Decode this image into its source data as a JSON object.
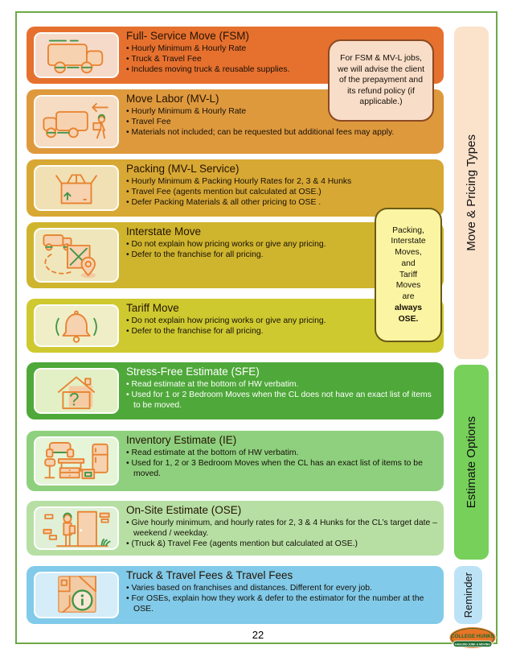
{
  "page": {
    "number": "22"
  },
  "sections": [
    {
      "label": "Move & Pricing Types"
    },
    {
      "label": "Estimate Options"
    },
    {
      "label": "Reminder"
    }
  ],
  "rows": [
    {
      "icon": "moving-truck-icon",
      "title": "Full- Service Move (FSM)",
      "bullets": [
        "Hourly Minimum & Hourly Rate",
        "Truck & Travel Fee",
        "Includes moving truck & reusable supplies."
      ]
    },
    {
      "icon": "labor-truck-icon",
      "title": "Move Labor (MV-L)",
      "bullets": [
        "Hourly Minimum & Hourly Rate",
        "Travel Fee",
        "Materials not included; can be requested but additional fees may apply."
      ]
    },
    {
      "icon": "packing-box-icon",
      "title": "Packing (MV-L Service)",
      "bullets": [
        "Hourly Minimum & Packing Hourly Rates for 2, 3 & 4 Hunks",
        "Travel Fee (agents mention but calculated at OSE.)",
        "Defer Packing Materials & all other pricing to OSE ."
      ]
    },
    {
      "icon": "map-route-pin-icon",
      "title": "Interstate Move",
      "bullets": [
        "Do not explain how pricing works or give any pricing.",
        "Defer to the franchise for all pricing."
      ]
    },
    {
      "icon": "bell-icon",
      "title": "Tariff Move",
      "bullets": [
        "Do not explain how pricing works or give any pricing.",
        "Defer to the franchise for all pricing."
      ]
    },
    {
      "icon": "house-question-icon",
      "title": "Stress-Free Estimate (SFE)",
      "bullets": [
        "Read estimate at the bottom of HW verbatim.",
        "Used for 1 or 2 Bedroom Moves when the CL does not have an exact list of items to be moved."
      ]
    },
    {
      "icon": "furniture-icon",
      "title": "Inventory Estimate (IE)",
      "bullets": [
        "Read estimate at the bottom of HW verbatim.",
        "Used for 1, 2 or 3 Bedroom Moves when the CL has an exact list of items to be moved."
      ]
    },
    {
      "icon": "estimator-door-icon",
      "title": "On-Site Estimate (OSE)",
      "bullets": [
        "Give hourly minimum, and hourly rates for 2, 3 & 4 Hunks for the CL’s target date – weekend / weekday.",
        "(Truck &) Travel Fee (agents mention but calculated at OSE.)"
      ]
    },
    {
      "icon": "map-info-icon",
      "title": "Truck & Travel Fees & Travel Fees",
      "bullets": [
        "Varies based on franchises and distances. Different for every job.",
        "For OSEs, explain how they work & defer to the estimator for the number at the OSE."
      ]
    }
  ],
  "callouts": {
    "prepayment_note": "For FSM & MV-L jobs, we will advise the client of the prepayment and its refund policy (if applicable.)",
    "ose_lines": [
      "Packing,",
      "Interstate",
      "Moves,",
      "and",
      "Tariff",
      "Moves",
      "are"
    ],
    "ose_bold_lines": [
      "always",
      "OSE."
    ]
  },
  "logo": {
    "line1": "COLLEGE HUNKS",
    "line2": "HAULING JUNK & MOVING"
  },
  "colors": {
    "frame_green": "#6FA845",
    "row_fsm": "#E6702E",
    "row_mvl": "#DF993D",
    "row_packing": "#D8A834",
    "row_interstate": "#CFB42E",
    "row_tariff": "#CFC930",
    "row_sfe": "#4FA83A",
    "row_ie": "#8FD07E",
    "row_ose": "#B7DFA4",
    "row_truck": "#81CAE9",
    "side_move_pricing": "#FBE2CB",
    "side_estimate": "#76D05A",
    "side_reminder": "#BCE2F6",
    "callout_prepay_bg": "#F8DDC9",
    "callout_prepay_border": "#8A4A22",
    "callout_ose_bg": "#FBF5A3",
    "callout_ose_border": "#6B5A14",
    "icon_orange": "#E8822F",
    "icon_green": "#3F9547",
    "logo_orange": "#E87425",
    "logo_green": "#1E6B2E"
  }
}
